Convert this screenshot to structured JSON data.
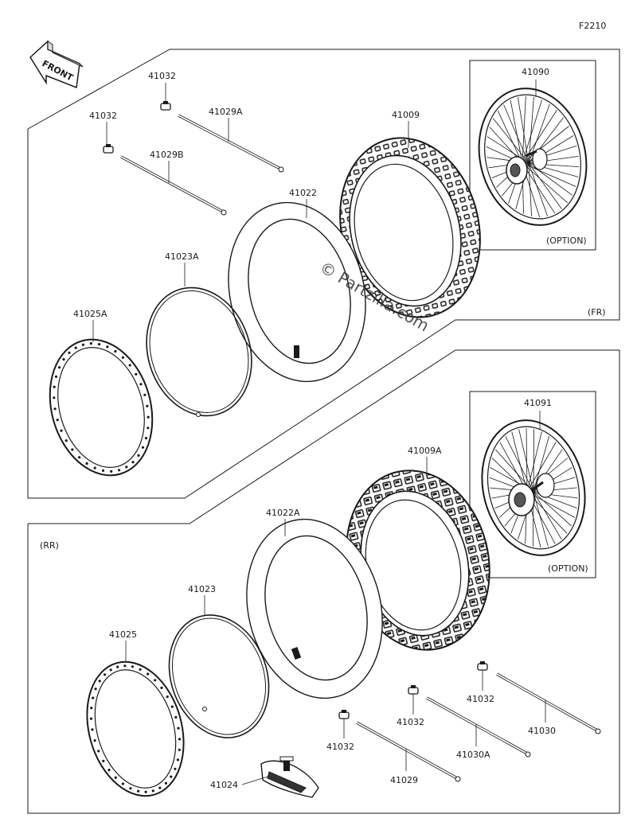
{
  "figure_code": "F2210",
  "front_label": "FRONT",
  "watermark": "© Partzilla.com",
  "sections": {
    "front": {
      "label": "(FR)",
      "option_label": "(OPTION)"
    },
    "rear": {
      "label": "(RR)",
      "option_label": "(OPTION)"
    }
  },
  "front_parts": {
    "valve_a": "41032",
    "spoke_a": "41029A",
    "valve_b": "41032",
    "spoke_b": "41029B",
    "tire": "41009",
    "wheel_assy": "41090",
    "tube": "41022",
    "band": "41023A",
    "rim": "41025A"
  },
  "rear_parts": {
    "wheel_assy": "41091",
    "tire": "41009A",
    "tube": "41022A",
    "band": "41023",
    "rim": "41025",
    "rim_guard": "41024",
    "valve_a": "41032",
    "spoke_a": "41030",
    "valve_b": "41032",
    "spoke_b": "41030A",
    "valve_c": "41032",
    "spoke_c": "41029"
  },
  "colors": {
    "line": "#1a1a1a",
    "text": "#1a1a1a",
    "fill": "#ffffff",
    "watermark": "#333333"
  }
}
